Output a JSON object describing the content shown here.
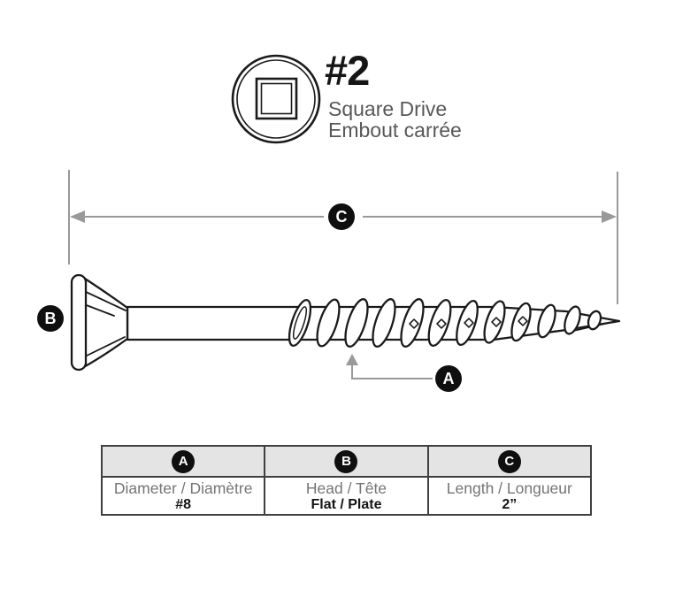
{
  "drive": {
    "size_label": "#2",
    "name_en": "Square Drive",
    "name_fr": "Embout carrée",
    "icon": "square-drive-icon"
  },
  "callouts": {
    "a": "A",
    "b": "B",
    "c": "C"
  },
  "spec_table": {
    "columns": [
      {
        "badge": "A",
        "label": "Diameter / Diamètre",
        "value": "#8"
      },
      {
        "badge": "B",
        "label": "Head / Tête",
        "value": "Flat / Plate"
      },
      {
        "badge": "C",
        "label": "Length / Longueur",
        "value": "2”"
      }
    ]
  },
  "colors": {
    "outline": "#1a1a1a",
    "dimension_gray": "#999999",
    "badge_black": "#0f0f0f",
    "table_header_bg": "#e4e4e4",
    "muted_text": "#757575"
  }
}
